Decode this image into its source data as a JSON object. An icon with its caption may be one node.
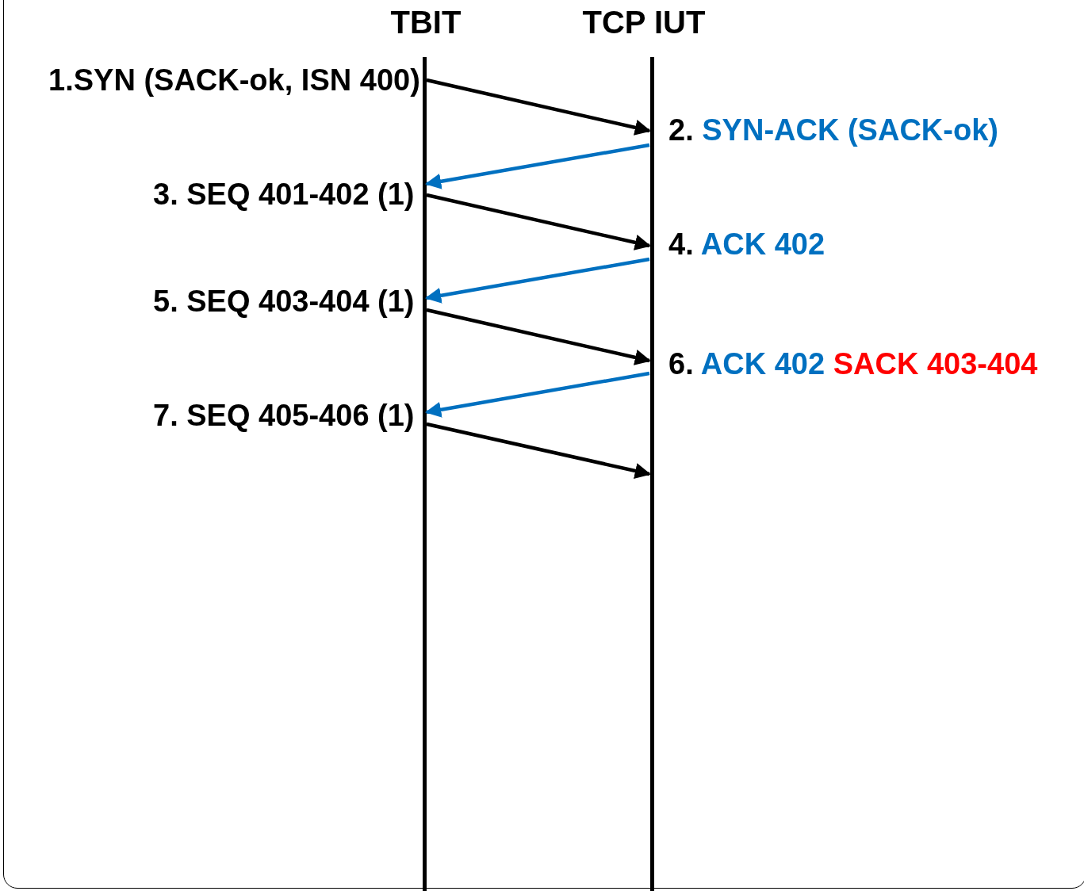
{
  "diagram": {
    "nodes": [
      {
        "text": [
          "TBIT"
        ]
      },
      {
        "text": [
          "TCP IUT"
        ]
      }
    ],
    "edges": [
      {
        "from": 0,
        "to": 1,
        "arrow": "to",
        "label": "1.SYN (SACK-ok, ISN 400)"
      },
      {
        "from": 1,
        "to": 0,
        "arrow": "to",
        "label": "2. SYN-ACK (SACK-ok)",
        "color": "#0070c0"
      },
      {
        "from": 0,
        "to": 1,
        "arrow": "to",
        "label": "3. SEQ 401-402 (1)"
      },
      {
        "from": 1,
        "to": 0,
        "arrow": "to",
        "label": "4. ACK 402",
        "color": "#0070c0"
      },
      {
        "from": 0,
        "to": 1,
        "arrow": "to",
        "label": "5. SEQ 403-404 (1)"
      },
      {
        "from": 1,
        "to": 0,
        "arrow": "to",
        "label": "6. ACK 402 SACK 403-404",
        "color": "#0070c0"
      },
      {
        "from": 0,
        "to": 1,
        "arrow": "to",
        "label": "7. SEQ 405-406 (1)"
      }
    ]
  }
}
